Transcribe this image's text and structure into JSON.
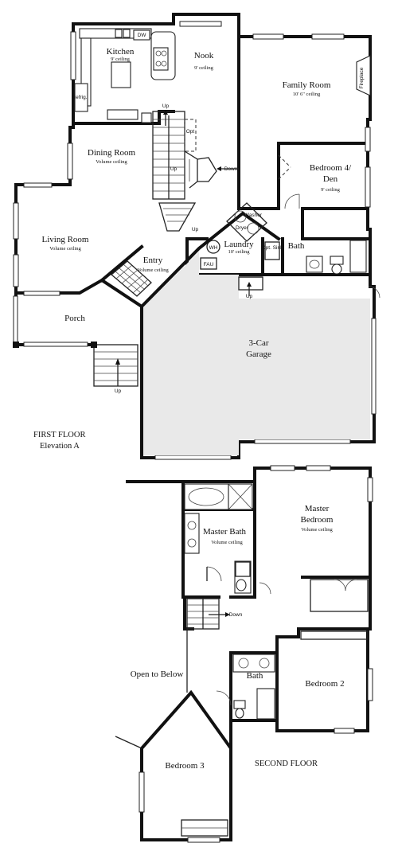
{
  "first_floor": {
    "title": "FIRST FLOOR",
    "subtitle": "Elevation A",
    "rooms": {
      "kitchen": {
        "name": "Kitchen",
        "note": "9' ceiling"
      },
      "nook": {
        "name": "Nook",
        "note": "9' ceiling"
      },
      "family_room": {
        "name": "Family Room",
        "note": "10' 6\" ceiling"
      },
      "dining_room": {
        "name": "Dining Room",
        "note": "Volume ceiling"
      },
      "bedroom4": {
        "name": "Bedroom 4/",
        "name2": "Den",
        "note": "9' ceiling"
      },
      "living_room": {
        "name": "Living Room",
        "note": "Volume ceiling"
      },
      "entry": {
        "name": "Entry",
        "note": "Volume ceiling"
      },
      "laundry": {
        "name": "Laundry",
        "note": "10' ceiling"
      },
      "bath": {
        "name": "Bath"
      },
      "porch": {
        "name": "Porch"
      },
      "garage": {
        "name": "3-Car",
        "name2": "Garage"
      }
    },
    "fixtures": {
      "dw": "DW",
      "refrig": "Refrig.",
      "opt": "Opt",
      "opt_sink": "Opt. Sink",
      "washer": "Washer",
      "dryer": "Dryer",
      "wh": "WH",
      "fau": "FAU",
      "fireplace": "Fireplace"
    },
    "stairs": {
      "up": "Up",
      "down": "Down"
    }
  },
  "second_floor": {
    "title": "SECOND FLOOR",
    "rooms": {
      "master_bedroom": {
        "name": "Master",
        "name2": "Bedroom",
        "note": "Volume ceiling"
      },
      "master_bath": {
        "name": "Master Bath",
        "note": "Volume ceiling"
      },
      "bath": {
        "name": "Bath"
      },
      "bedroom2": {
        "name": "Bedroom 2"
      },
      "bedroom3": {
        "name": "Bedroom 3"
      },
      "open_to_below": {
        "name": "Open to Below"
      }
    },
    "stairs": {
      "down": "Down"
    }
  }
}
